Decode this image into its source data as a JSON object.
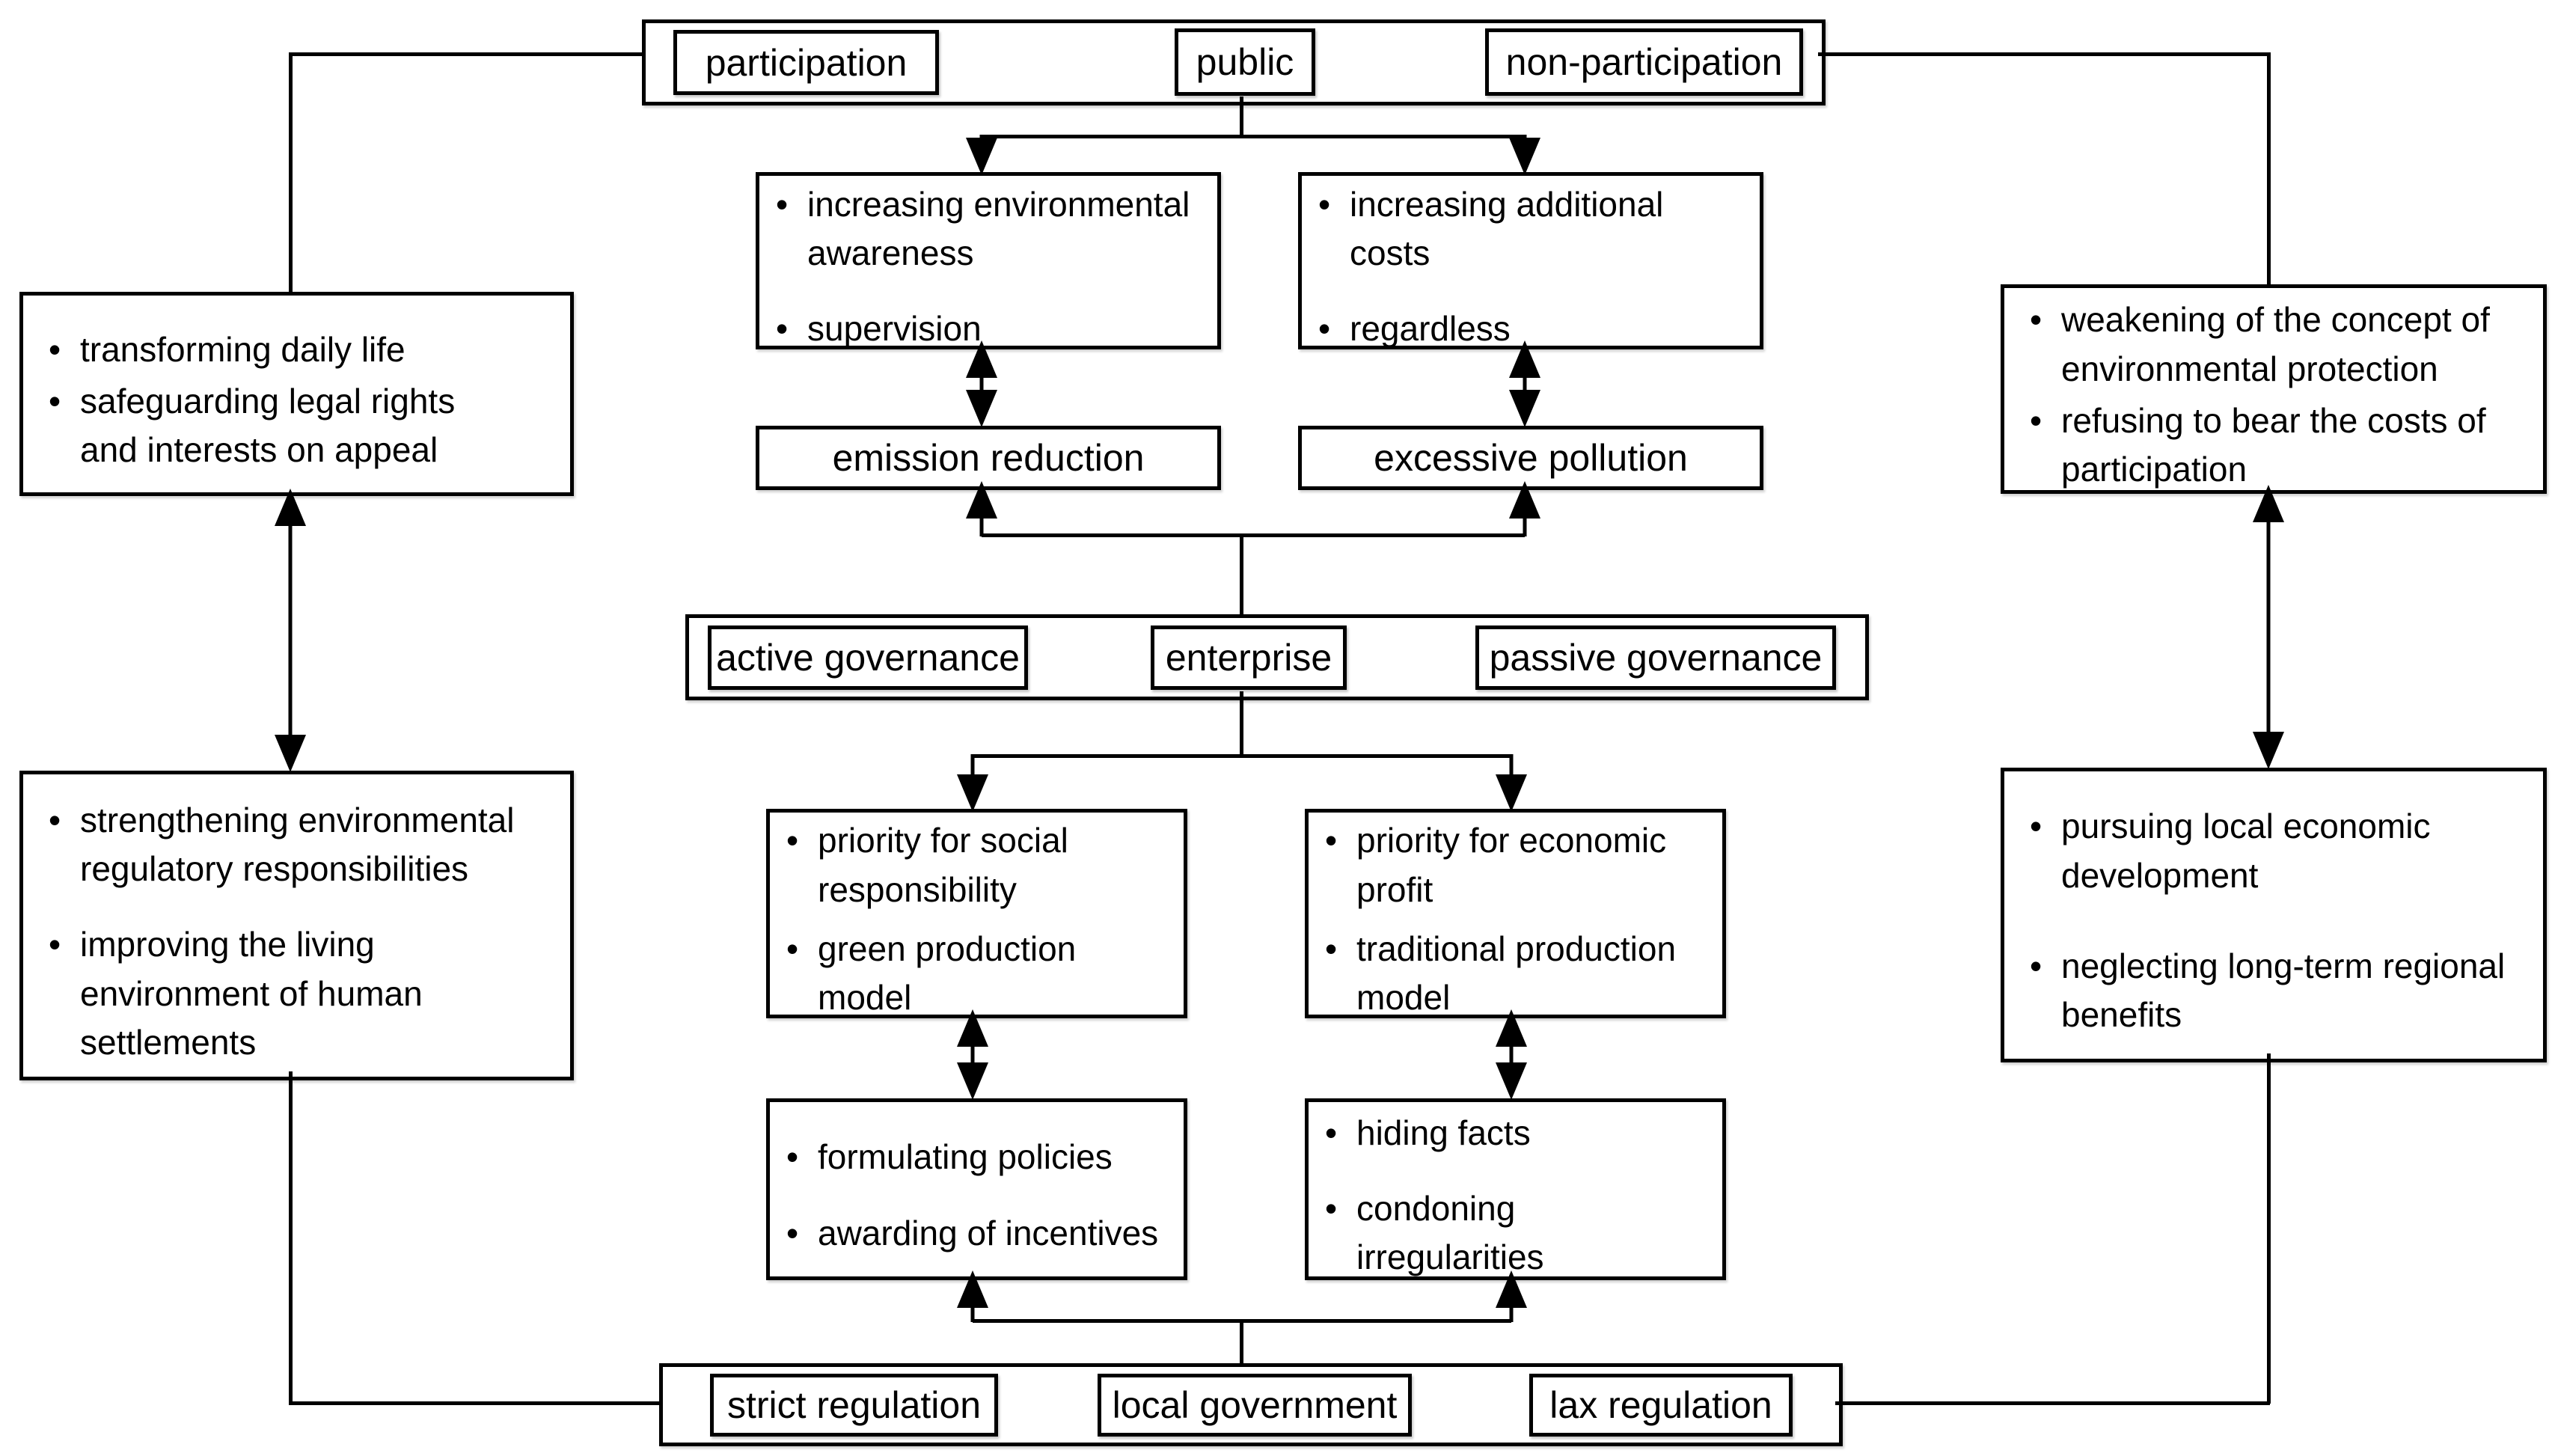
{
  "actors": {
    "public": {
      "label": "public",
      "positive_mode": "participation",
      "negative_mode": "non-participation"
    },
    "enterprise": {
      "label": "enterprise",
      "positive_mode": "active governance",
      "negative_mode": "passive governance"
    },
    "local_government": {
      "label": "local government",
      "positive_mode": "strict regulation",
      "negative_mode": "lax regulation"
    }
  },
  "center_boxes": {
    "public_positive_actions": {
      "items": [
        "increasing environmental\nawareness",
        "supervision"
      ]
    },
    "public_negative_actions": {
      "items": [
        "increasing additional\ncosts",
        "regardless"
      ]
    },
    "emission_reduction": {
      "label": "emission reduction"
    },
    "excessive_pollution": {
      "label": "excessive pollution"
    },
    "enterprise_positive_actions": {
      "items": [
        "priority for social\nresponsibility",
        "green production\nmodel"
      ]
    },
    "enterprise_negative_actions": {
      "items": [
        "priority for economic\nprofit",
        "traditional production\nmodel"
      ]
    },
    "government_positive_actions": {
      "items": [
        "formulating policies",
        "awarding of incentives"
      ]
    },
    "government_negative_actions": {
      "items": [
        "hiding facts",
        "condoning irregularities"
      ]
    }
  },
  "side_boxes": {
    "left_top": {
      "items": [
        "transforming daily life",
        "safeguarding legal rights\nand interests on appeal"
      ]
    },
    "left_bottom": {
      "items": [
        "strengthening environmental\nregulatory responsibilities",
        "improving the living\nenvironment of human\nsettlements"
      ]
    },
    "right_top": {
      "items": [
        "weakening of the concept of\nenvironmental protection",
        "refusing to bear the costs of\nparticipation"
      ]
    },
    "right_bottom": {
      "items": [
        "pursuing local economic\ndevelopment",
        "neglecting long-term regional\nbenefits"
      ]
    }
  },
  "colors": {
    "line": "#000000",
    "background": "#ffffff",
    "text": "#000000"
  }
}
